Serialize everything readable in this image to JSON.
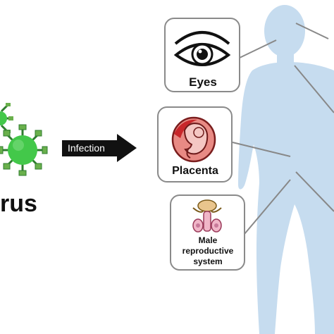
{
  "diagram": {
    "virus_label": "rus",
    "arrow_label": "Infection",
    "organs": [
      {
        "id": "eyes",
        "label": "Eyes",
        "icon": "eye-icon"
      },
      {
        "id": "placenta",
        "label": "Placenta",
        "icon": "placenta-fetus-icon"
      },
      {
        "id": "male-reproductive",
        "label_lines": [
          "Male",
          "reproductive",
          "system"
        ],
        "icon": "male-reproductive-organ-icon"
      }
    ]
  },
  "colors": {
    "body_silhouette": "#c6dcef",
    "virus_body": "#43c84a",
    "virus_spikes": "#2f7d2f",
    "box_border": "#8a8a8a",
    "connector": "#888888",
    "arrow": "#111111"
  }
}
